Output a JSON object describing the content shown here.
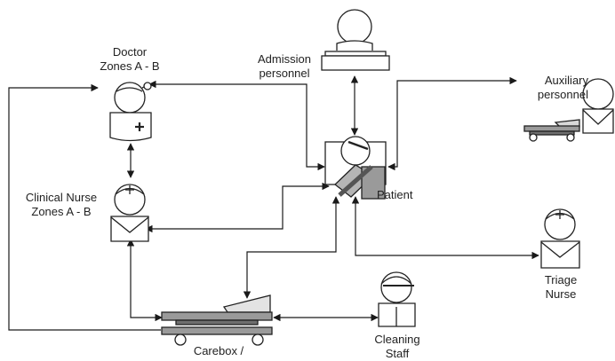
{
  "roles": {
    "doctor": {
      "line1": "Doctor",
      "line2": "Zones A - B"
    },
    "admission": {
      "line1": "Admission",
      "line2": "personnel"
    },
    "auxiliary": {
      "line1": "Auxiliary",
      "line2": "personnel"
    },
    "clinical_nurse": {
      "line1": "Clinical Nurse",
      "line2": "Zones A - B"
    },
    "patient": {
      "label": "Patient"
    },
    "triage_nurse": {
      "line1": "Triage",
      "line2": "Nurse"
    },
    "cleaning_staff": {
      "line1": "Cleaning",
      "line2": "Staff"
    },
    "carebox": {
      "label": "Carebox /"
    }
  },
  "colors": {
    "line": "#1a1a1a",
    "figure_stroke": "#222222",
    "face_fill": "#ffffff",
    "equipment_gray": "#9a9a9a",
    "equipment_dark": "#6e6e6e"
  }
}
